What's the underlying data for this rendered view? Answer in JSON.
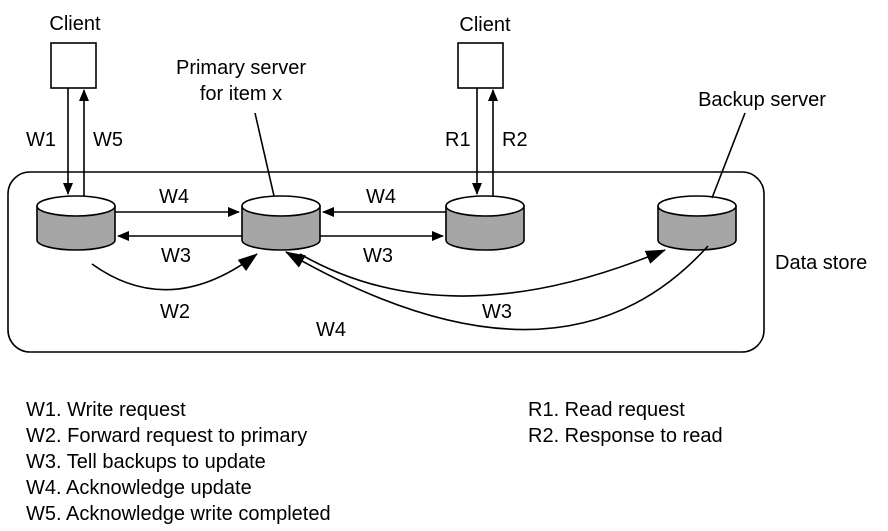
{
  "labels": {
    "client_left": "Client",
    "client_right": "Client",
    "primary_line1": "Primary server",
    "primary_line2": "for item x",
    "backup": "Backup server",
    "data_store": "Data store",
    "w1": "W1",
    "w5": "W5",
    "r1": "R1",
    "r2": "R2",
    "w4_top_left": "W4",
    "w3_mid_left": "W3",
    "w4_top_right": "W4",
    "w3_mid_right": "W3",
    "w2_curve": "W2",
    "w3_curve": "W3",
    "w4_curve": "W4"
  },
  "legend_left": [
    "W1. Write request",
    "W2. Forward request to primary",
    "W3. Tell backups to update",
    "W4. Acknowledge update",
    "W5. Acknowledge write completed"
  ],
  "legend_right": [
    "R1. Read request",
    "R2. Response to read"
  ],
  "colors": {
    "disk_fill": "#a6a6a6",
    "disk_top": "#ffffff",
    "line": "#000000"
  }
}
